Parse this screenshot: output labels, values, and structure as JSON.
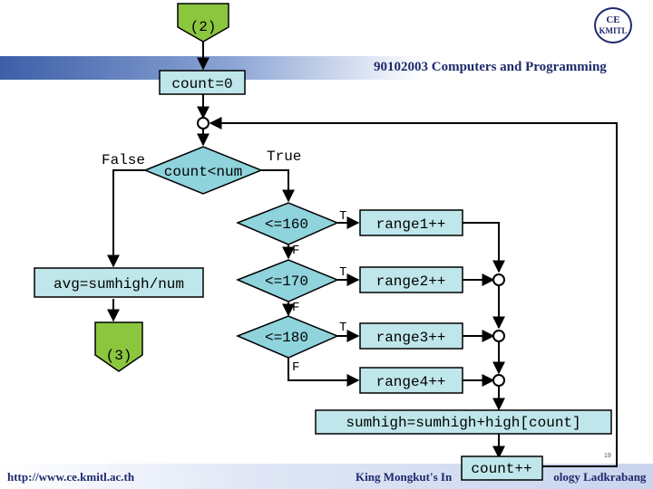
{
  "slide": {
    "course_title": "90102003 Computers and Programming",
    "footer_url": "http://www.ce.kmitl.ac.th",
    "footer_university": "King Mongkut's In",
    "footer_university_tail": "ology Ladkrabang",
    "page_number": "19",
    "logo_line1": "CE",
    "logo_line2": "KMITL"
  },
  "flowchart": {
    "connector_top": "(2)",
    "init": "count=0",
    "loop_condition": "count<num",
    "loop_true": "True",
    "loop_false": "False",
    "average": "avg=sumhigh/num",
    "connector_end": "(3)",
    "decision1": "<=160",
    "decision2": "<=170",
    "decision3": "<=180",
    "true_label": "T",
    "false_label": "F",
    "range1": "range1++",
    "range2": "range2++",
    "range3": "range3++",
    "range4": "range4++",
    "accumulate": "sumhigh=sumhigh+high[count]",
    "increment": "count++"
  },
  "colors": {
    "connector_fill": "#8cc63f",
    "box_fill": "#bfe6ea",
    "diamond_fill": "#8fd3dc",
    "stroke": "#000000"
  }
}
